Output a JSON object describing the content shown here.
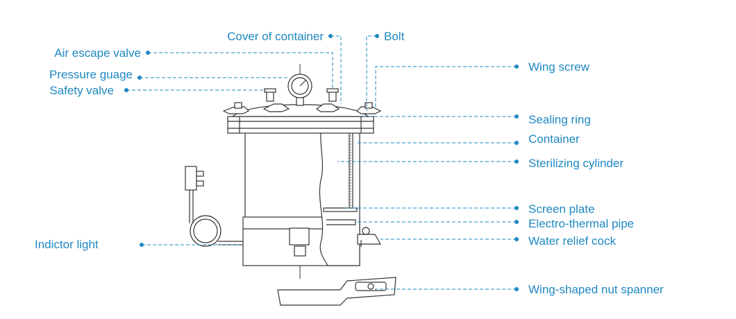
{
  "labels": {
    "cover": "Cover of container",
    "bolt": "Bolt",
    "air_valve": "Air escape valve",
    "pressure": "Pressure guage",
    "safety": "Safety valve",
    "wing_screw": "Wing screw",
    "sealing": "Sealing ring",
    "container": "Container",
    "cylinder": "Sterilizing cylinder",
    "screen": "Screen plate",
    "pipe": "Electro-thermal pipe",
    "cock": "Water relief cock",
    "light": "Indictor light",
    "spanner": "Wing-shaped nut spanner"
  },
  "colors": {
    "label": "#1e88c2",
    "line": "#333333"
  }
}
